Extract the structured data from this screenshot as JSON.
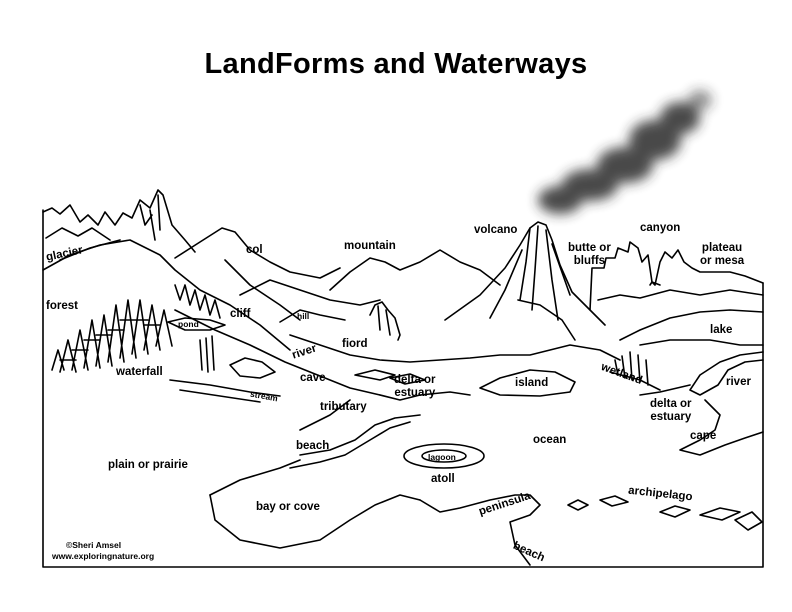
{
  "title": "LandForms and Waterways",
  "labels": {
    "glacier": "glacier",
    "forest": "forest",
    "col": "col",
    "mountain": "mountain",
    "volcano": "volcano",
    "butte": "butte or\nbluffs",
    "canyon": "canyon",
    "plateau": "plateau\nor mesa",
    "pond": "pond",
    "cliff": "cliff",
    "hill": "hill",
    "fiord": "fiord",
    "river_left": "river",
    "waterfall": "waterfall",
    "cave": "cave",
    "stream": "stream",
    "delta_left": "delta or\nestuary",
    "tributary": "tributary",
    "island": "island",
    "wetland": "wetland",
    "lake": "lake",
    "river_right": "river",
    "delta_right": "delta or\nestuary",
    "cape": "cape",
    "ocean": "ocean",
    "beach_top": "beach",
    "plain": "plain or prairie",
    "lagoon": "lagoon",
    "atoll": "atoll",
    "bay": "bay or cove",
    "peninsula": "peninsula",
    "archipelago": "archipelago",
    "beach_bottom": "beach"
  },
  "credit": {
    "author": "©Sheri Amsel",
    "site": "www.exploringnature.org"
  }
}
